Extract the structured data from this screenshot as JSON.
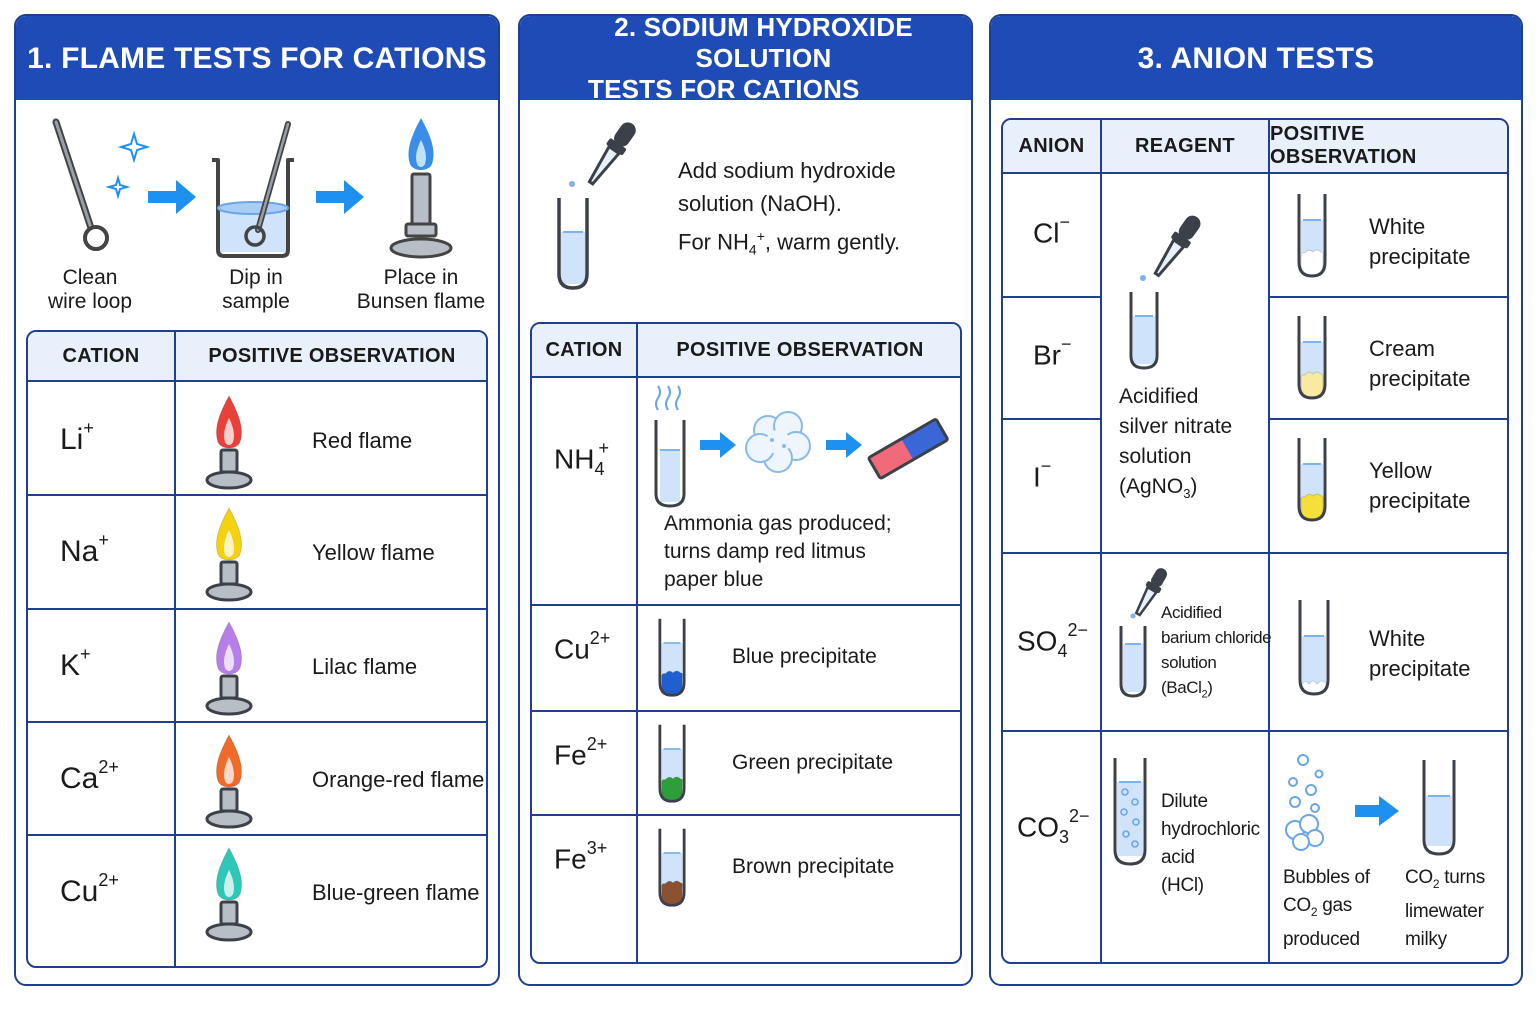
{
  "flame": {
    "title": "1. FLAME TESTS FOR CATIONS",
    "steps": [
      {
        "label": "Clean\nwire loop",
        "icon": "wire-loop-icon"
      },
      {
        "label": "Dip in\nsample",
        "icon": "beaker-icon"
      },
      {
        "label": "Place in\nBunsen flame",
        "icon": "bunsen-burner-icon"
      }
    ],
    "headers": {
      "cation": "CATION",
      "observation": "POSITIVE OBSERVATION"
    },
    "rows": [
      {
        "ion": "Li",
        "charge": "+",
        "observation": "Red flame",
        "flame_color": "#e8413a"
      },
      {
        "ion": "Na",
        "charge": "+",
        "observation": "Yellow flame",
        "flame_color": "#f5d210"
      },
      {
        "ion": "K",
        "charge": "+",
        "observation": "Lilac flame",
        "flame_color": "#b77ee8"
      },
      {
        "ion": "Ca",
        "charge": "2+",
        "observation": "Orange-red flame",
        "flame_color": "#f06a2a"
      },
      {
        "ion": "Cu",
        "charge": "2+",
        "observation": "Blue-green flame",
        "flame_color": "#2ec8b8"
      }
    ]
  },
  "naoh": {
    "title_line1": "2. SODIUM HYDROXIDE SOLUTION",
    "title_line2": "TESTS FOR CATIONS",
    "intro_line1": "Add sodium hydroxide",
    "intro_line2": "solution (NaOH).",
    "intro_line3_pre": "For NH",
    "intro_line3_sub": "4",
    "intro_line3_sup": "+",
    "intro_line3_post": ", warm gently.",
    "headers": {
      "cation": "CATION",
      "observation": "POSITIVE OBSERVATION"
    },
    "ammonium": {
      "ion": "NH",
      "sub": "4",
      "charge": "+",
      "observation": "Ammonia gas produced;\nturns damp red litmus\npaper blue"
    },
    "rows": [
      {
        "ion": "Cu",
        "charge": "2+",
        "observation": "Blue precipitate",
        "ppt_color": "#1f5fd0"
      },
      {
        "ion": "Fe",
        "charge": "2+",
        "observation": "Green precipitate",
        "ppt_color": "#2e9e3a"
      },
      {
        "ion": "Fe",
        "charge": "3+",
        "observation": "Brown precipitate",
        "ppt_color": "#8a5232"
      }
    ]
  },
  "anion": {
    "title": "3. ANION TESTS",
    "headers": {
      "anion": "ANION",
      "reagent": "REAGENT",
      "observation": "POSITIVE OBSERVATION"
    },
    "halide_reagent": {
      "line1": "Acidified",
      "line2": "silver nitrate",
      "line3": "solution",
      "line4_pre": "(AgNO",
      "line4_sub": "3",
      "line4_post": ")"
    },
    "halides": [
      {
        "ion": "Cl",
        "charge": "−",
        "observation": "White\nprecipitate",
        "ppt_color": "#ffffff"
      },
      {
        "ion": "Br",
        "charge": "−",
        "observation": "Cream\nprecipitate",
        "ppt_color": "#f8eaa0"
      },
      {
        "ion": "I",
        "charge": "−",
        "observation": "Yellow\nprecipitate",
        "ppt_color": "#f5df3a"
      }
    ],
    "sulfate": {
      "ion": "SO",
      "sub": "4",
      "charge": "2−",
      "reagent_line1": "Acidified",
      "reagent_line2": "barium chloride",
      "reagent_line3": "solution",
      "reagent_line4_pre": "(BaCl",
      "reagent_line4_sub": "2",
      "reagent_line4_post": ")",
      "observation": "White\nprecipitate"
    },
    "carbonate": {
      "ion": "CO",
      "sub": "3",
      "charge": "2−",
      "reagent": "Dilute\nhydrochloric\nacid\n(HCl)",
      "obs1_line1": "Bubbles of",
      "obs1_line2_pre": "CO",
      "obs1_line2_sub": "2",
      "obs1_line2_post": " gas",
      "obs1_line3": "produced",
      "obs2_line1_pre": "CO",
      "obs2_line1_sub": "2",
      "obs2_line1_post": " turns",
      "obs2_line2": "limewater",
      "obs2_line3": "milky"
    }
  },
  "colors": {
    "header_blue": "#1e4bb5",
    "border": "#1f3f8f",
    "table_head": "#e8f0fc",
    "arrow": "#1e90f0",
    "liquid": "#cfe4fb"
  }
}
